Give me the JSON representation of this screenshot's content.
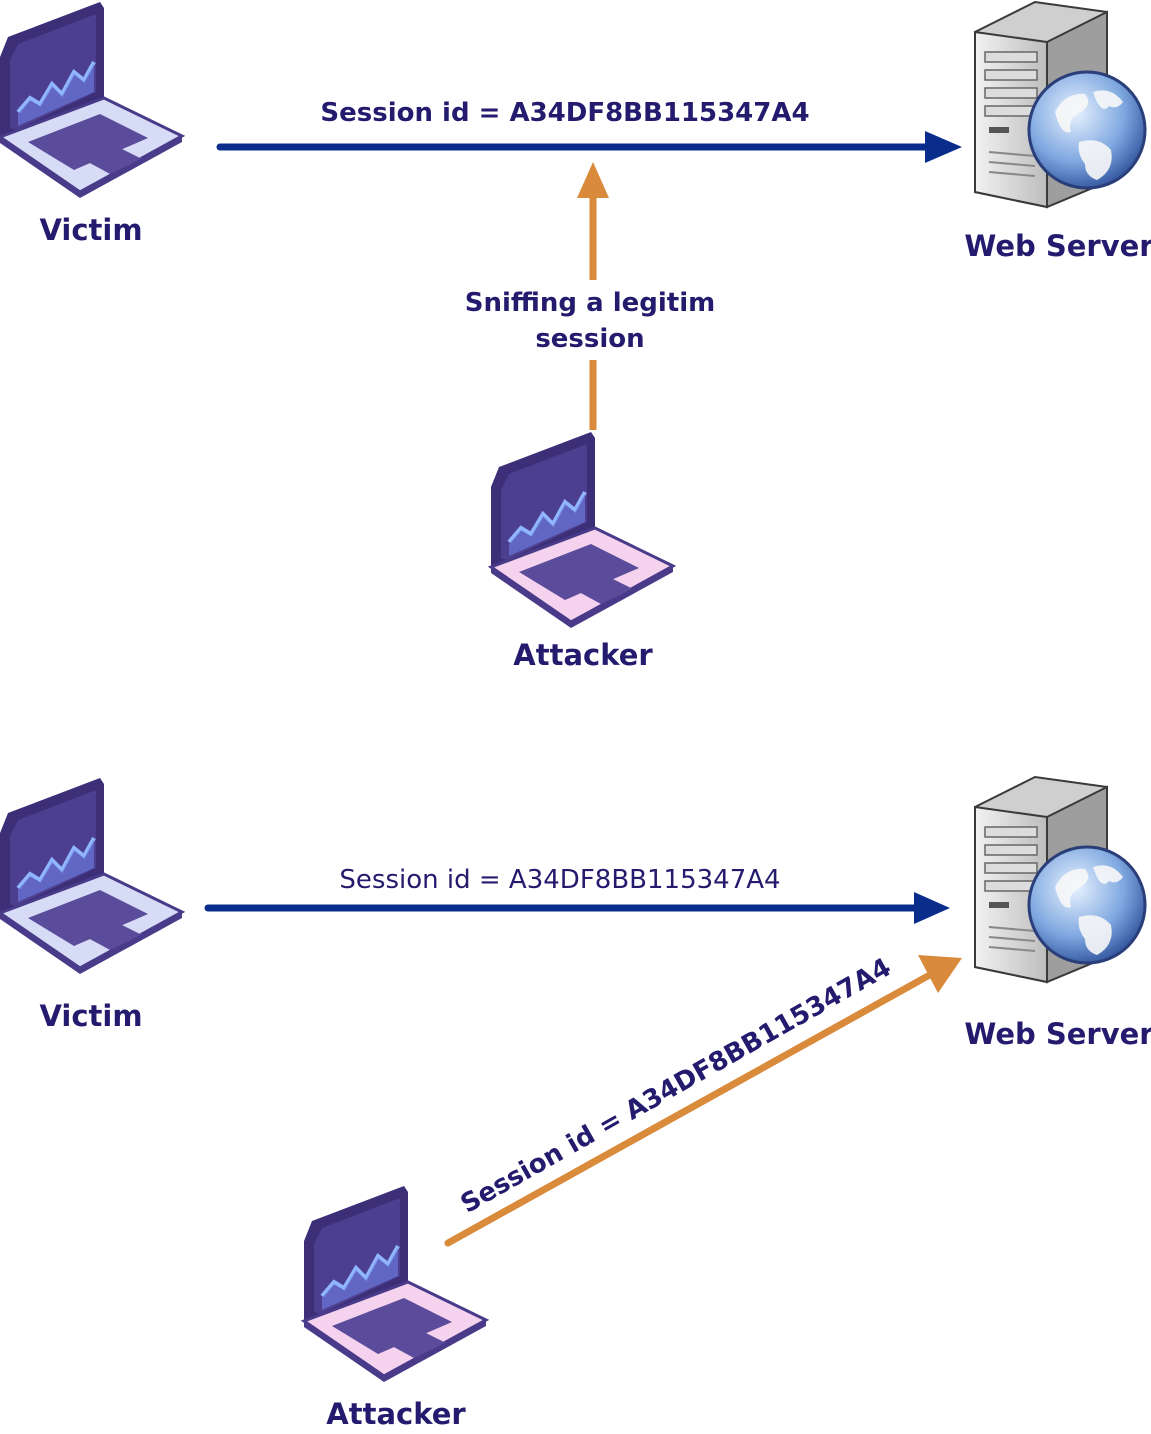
{
  "colors": {
    "label": "#241a6e",
    "blue_arrow": "#0a2d8c",
    "orange_arrow": "#d98a3a",
    "victim_laptop_base": "#d6dcf5",
    "attacker_laptop_base": "#f5d2ee",
    "laptop_frame": "#4a3a8a",
    "laptop_screen": "#4d3f8f"
  },
  "scene1": {
    "victim_label": "Victim",
    "server_label": "Web Server",
    "attacker_label": "Attacker",
    "session_text": "Session id = A34DF8BB115347A4",
    "sniff_line1": "Sniffing a legitim",
    "sniff_line2": "session"
  },
  "scene2": {
    "victim_label": "Victim",
    "server_label": "Web Server",
    "attacker_label": "Attacker",
    "session_text": "Session id = A34DF8BB115347A4",
    "attacker_session_text": "Session id = A34DF8BB115347A4"
  }
}
